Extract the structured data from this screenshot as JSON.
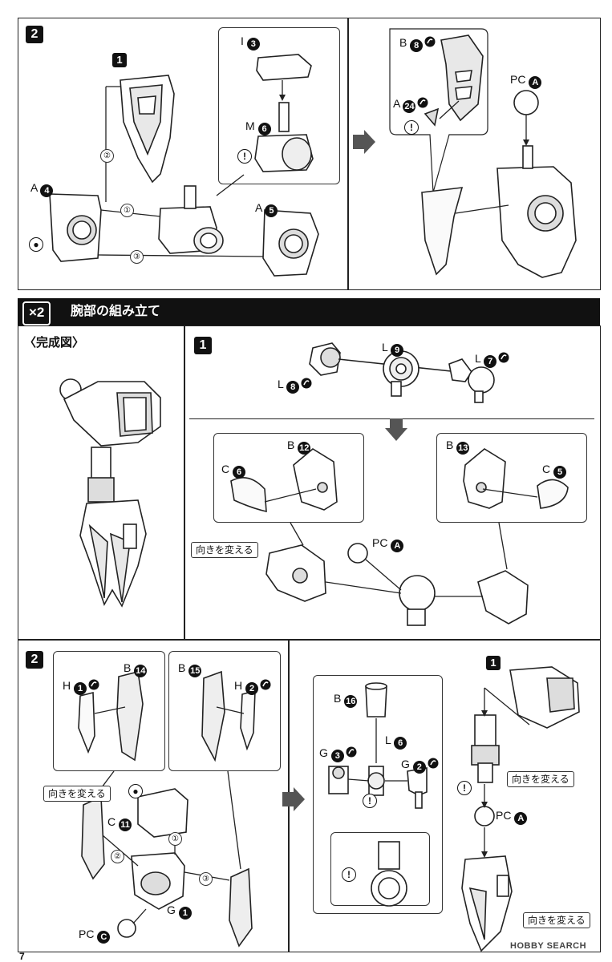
{
  "page_number": "7",
  "watermark": "HOBBY SEARCH",
  "section": {
    "multiplier": "×2",
    "title": "腕部の組み立て",
    "complete_label": "〈完成図〉"
  },
  "top_panel": {
    "step_no": "2",
    "inner_step": "1",
    "order_marks": [
      "①",
      "②",
      "③"
    ],
    "parts": {
      "a4": {
        "letter": "A",
        "num": "4"
      },
      "a5": {
        "letter": "A",
        "num": "5"
      },
      "i3": {
        "letter": "I",
        "num": "3"
      },
      "m6": {
        "letter": "M",
        "num": "6"
      },
      "b8": {
        "letter": "B",
        "num": "8"
      },
      "a24": {
        "letter": "A",
        "num": "24"
      },
      "pca": {
        "letter": "PC",
        "num": "A"
      }
    }
  },
  "step1": {
    "step_no": "1",
    "turn_label": "向きを変える",
    "parts": {
      "l9": {
        "letter": "L",
        "num": "9"
      },
      "l8": {
        "letter": "L",
        "num": "8"
      },
      "l7": {
        "letter": "L",
        "num": "7"
      },
      "b12": {
        "letter": "B",
        "num": "12"
      },
      "b13": {
        "letter": "B",
        "num": "13"
      },
      "c6": {
        "letter": "C",
        "num": "6"
      },
      "c5": {
        "letter": "C",
        "num": "5"
      },
      "pca": {
        "letter": "PC",
        "num": "A"
      }
    }
  },
  "step2": {
    "step_no": "2",
    "turn_label": "向きを変える",
    "order_marks": [
      "①",
      "②",
      "③"
    ],
    "parts": {
      "h1": {
        "letter": "H",
        "num": "1"
      },
      "h2": {
        "letter": "H",
        "num": "2"
      },
      "b14": {
        "letter": "B",
        "num": "14"
      },
      "b15": {
        "letter": "B",
        "num": "15"
      },
      "c11": {
        "letter": "C",
        "num": "11"
      },
      "g1": {
        "letter": "G",
        "num": "1"
      },
      "pcc": {
        "letter": "PC",
        "num": "C"
      }
    }
  },
  "step2_right": {
    "inner_step": "1",
    "turn_label_1": "向きを変える",
    "turn_label_2": "向きを変える",
    "parts": {
      "b16": {
        "letter": "B",
        "num": "16"
      },
      "l6": {
        "letter": "L",
        "num": "6"
      },
      "g3": {
        "letter": "G",
        "num": "3"
      },
      "g2": {
        "letter": "G",
        "num": "2"
      },
      "pca": {
        "letter": "PC",
        "num": "A"
      }
    }
  },
  "icons": [
    "warning-icon",
    "glue-icon",
    "twist-icon",
    "arrow-right-icon",
    "arrow-down-icon"
  ]
}
